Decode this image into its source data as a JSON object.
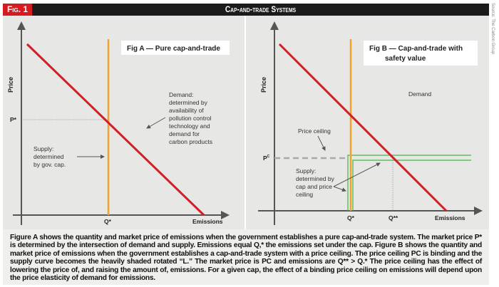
{
  "header": {
    "fig_label": "Fig. 1",
    "title": "Cap-and-trade Systems",
    "source": "Source: The Carbon Group"
  },
  "fig_a": {
    "title": "Fig A — Pure cap-and-trade",
    "y_label": "Price",
    "x_label": "Emissions",
    "p_label": "P*",
    "q_label": "Q*",
    "supply_label": [
      "Supply:",
      "determined",
      "by gov. cap."
    ],
    "demand_label": [
      "Demand:",
      "determined by",
      "availability of",
      "pollution control",
      "technology and",
      "demand for",
      "carbon products"
    ]
  },
  "fig_b": {
    "title_lines": [
      "Fig B — Cap-and-trade with",
      "safety value"
    ],
    "y_label": "Price",
    "x_label": "Emissions",
    "p_label": "P",
    "p_sup": "C",
    "q1_label": "Q*",
    "q2_label": "Q**",
    "demand_label": "Demand",
    "ceiling_label": "Price ceiling",
    "supply_label": [
      "Supply:",
      "determined by",
      "cap and price",
      "ceiling"
    ]
  },
  "colors": {
    "demand": "#d11f26",
    "cap": "#f2a22c",
    "supply": "#43b649",
    "header": "#1c1a1a",
    "badge": "#d71920",
    "panel": "#e7e7e5"
  },
  "caption": "Figure A shows the quantity and market price of emissions when the government establishes a pure cap-and-trade system. The market price P* is determined by the intersection of demand and supply. Emissions equal Q,* the emissions set under the cap. Figure B shows the quantity and market price of emissions when the government establishes a cap-and-trade system with a price ceiling. The price ceiling PC is binding and the supply curve becomes the heavily shaded rotated “L.” The market price is PC and emissions are Q** > Q.* The price ceiling has the effect of lowering the price of, and raising the amount of, emissions. For a given cap, the effect of a binding price ceiling on emissions will depend upon the price elasticity of demand for emissions."
}
